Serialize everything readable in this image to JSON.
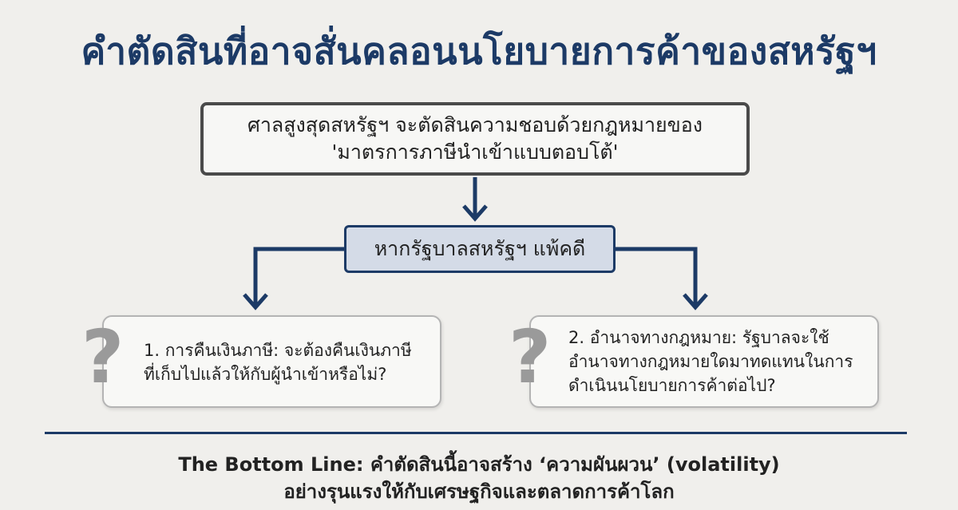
{
  "title": "คำตัดสินที่อาจสั่นคลอนนโยบายการค้าของสหรัฐฯ",
  "top_box": {
    "line1": "ศาลสูงสุดสหรัฐฯ จะตัดสินความชอบด้วยกฎหมายของ",
    "line2": "'มาตรการภาษีนำเข้าแบบตอบโต้'"
  },
  "condition_box": {
    "label": "หากรัฐบาลสหรัฐฯ แพ้คดี"
  },
  "questions": [
    {
      "icon": "question-mark-icon",
      "lines": [
        "1. การคืนเงินภาษี: จะต้องคืนเงินภาษี",
        "ที่เก็บไปแล้วให้กับผู้นำเข้าหรือไม่?"
      ]
    },
    {
      "icon": "question-mark-icon",
      "lines": [
        "2. อำนาจทางกฎหมาย: รัฐบาลจะใช้",
        "อำนาจทางกฎหมายใดมาทดแทนในการ",
        "ดำเนินนโยบายการค้าต่อไป?"
      ]
    }
  ],
  "bottom_line": {
    "line1": "The Bottom Line: คำตัดสินนี้อาจสร้าง ‘ความผันผวน’ (volatility)",
    "line2": "อย่างรุนแรงให้กับเศรษฐกิจและตลาดการค้าโลก"
  },
  "colors": {
    "navy": "#1c3a66",
    "background": "#f0efec",
    "condition_fill": "#d4dbe7",
    "question_mark": "#9a9a9a"
  }
}
